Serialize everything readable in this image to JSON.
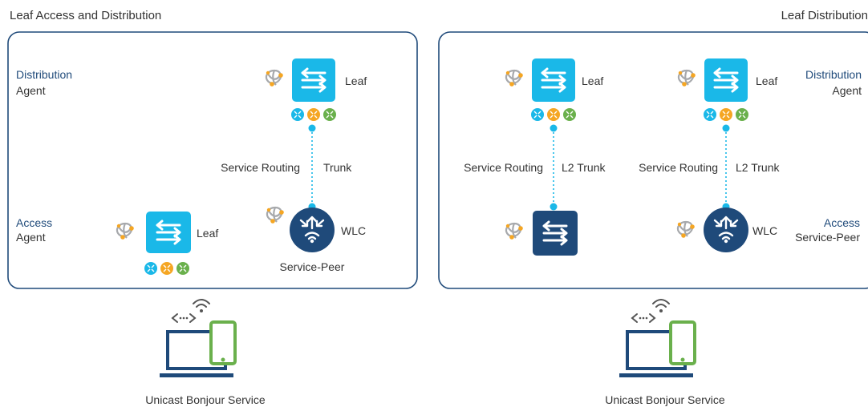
{
  "panels": [
    {
      "title": "Leaf Access and Distribution",
      "distribution_role_line1": "Distribution",
      "distribution_role_line2": "Agent",
      "access_role_line1": "Access",
      "access_role_line2": "Agent",
      "top_switch_label": "Leaf",
      "bottom_switch_label": "Leaf",
      "wlc_label": "WLC",
      "service_peer_label": "Service-Peer",
      "service_routing_label": "Service Routing",
      "trunk_label": "Trunk",
      "client_label": "Unicast Bonjour Service"
    },
    {
      "title": "Leaf Distribution",
      "left_switch_label": "Leaf",
      "right_switch_label": "Leaf",
      "left_service_routing_label": "Service Routing",
      "left_trunk_label": "L2 Trunk",
      "right_service_routing_label": "Service Routing",
      "right_trunk_label": "L2 Trunk",
      "distribution_role_line1": "Distribution",
      "distribution_role_line2": "Agent",
      "wlc_label": "WLC",
      "access_role_line1": "Access",
      "access_role_line2": "Service-Peer",
      "client_label": "Unicast Bonjour Service"
    }
  ],
  "colors": {
    "leaf_switch": "#1ab8e8",
    "access_switch": "#1f4a7a",
    "wlc": "#1f4a7a",
    "role_text": "#1f4a7a",
    "panel_border": "#1f4a7a",
    "connector": "#1ab8e8",
    "badge_cyan": "#1ab8e8",
    "badge_orange": "#f5a623",
    "badge_green": "#6ab04c",
    "phone": "#6ab04c",
    "laptop": "#1f4a7a"
  },
  "icons": [
    "bonjour-service-icon",
    "switch-icon",
    "wlc-icon",
    "laptop-icon",
    "phone-icon",
    "wifi-icon",
    "service-badge-icon"
  ]
}
